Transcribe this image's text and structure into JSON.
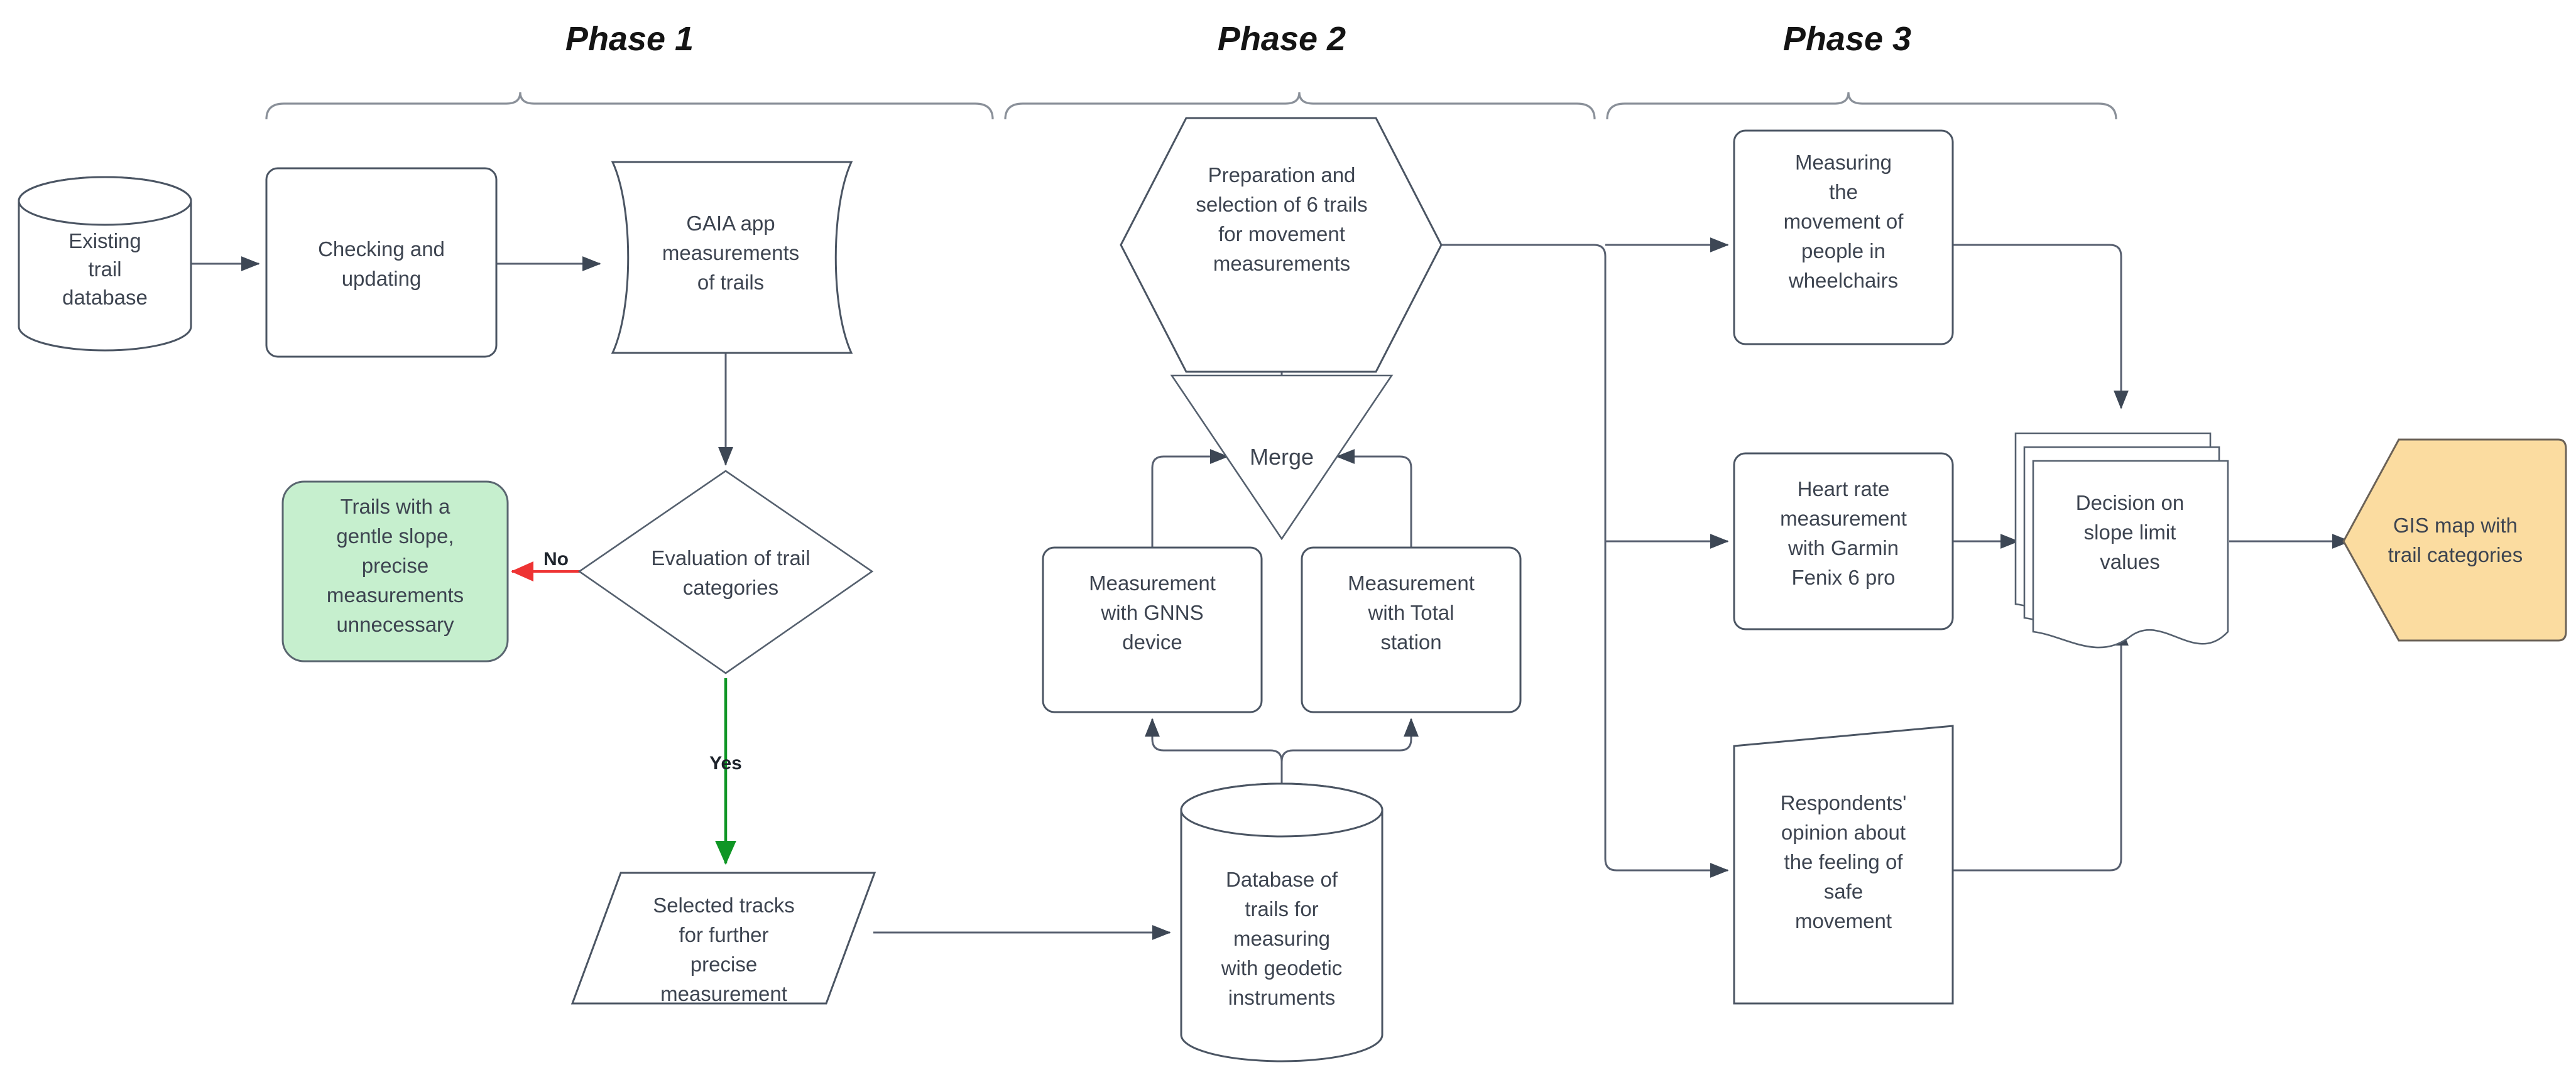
{
  "diagram": {
    "title": "Trail measurement and categorization workflow",
    "background_color": "#ffffff",
    "default_stroke_color": "#586070",
    "default_text_color": "#3d4450"
  },
  "phases": [
    {
      "id": "phase1",
      "label": "Phase 1"
    },
    {
      "id": "phase2",
      "label": "Phase 2"
    },
    {
      "id": "phase3",
      "label": "Phase 3"
    }
  ],
  "nodes": {
    "existing_trail_database": {
      "label_lines": [
        "Existing",
        "trail",
        "database"
      ],
      "shape": "cylinder",
      "fill": "#ffffff"
    },
    "checking_and_updating": {
      "label_lines": [
        "Checking and",
        "updating"
      ],
      "shape": "rounded-rect",
      "fill": "#ffffff"
    },
    "gaia_app_measurements": {
      "label_lines": [
        "GAIA app",
        "measurements",
        "of trails"
      ],
      "shape": "tape",
      "fill": "#ffffff"
    },
    "evaluation_of_trail_categories": {
      "label_lines": [
        "Evaluation of trail",
        "categories"
      ],
      "shape": "diamond",
      "fill": "#ffffff"
    },
    "trails_gentle_slope": {
      "label_lines": [
        "Trails with a",
        "gentle slope,",
        "precise",
        "measurements",
        "unnecessary"
      ],
      "shape": "rounded-rect",
      "fill": "#c6efce"
    },
    "selected_tracks": {
      "label_lines": [
        "Selected tracks",
        "for further",
        "precise",
        "measurement"
      ],
      "shape": "parallelogram",
      "fill": "#ffffff"
    },
    "database_of_trails_geodetic": {
      "label_lines": [
        "Database of",
        "trails for",
        "measuring",
        "with geodetic",
        "instruments"
      ],
      "shape": "cylinder",
      "fill": "#ffffff"
    },
    "measurement_gnns": {
      "label_lines": [
        "Measurement",
        "with GNNS",
        "device"
      ],
      "shape": "rounded-rect",
      "fill": "#ffffff"
    },
    "measurement_total_station": {
      "label_lines": [
        "Measurement",
        "with Total",
        "station"
      ],
      "shape": "rounded-rect",
      "fill": "#ffffff"
    },
    "merge": {
      "label_lines": [
        "Merge"
      ],
      "shape": "triangle-down",
      "fill": "#ffffff"
    },
    "preparation_selection": {
      "label_lines": [
        "Preparation and",
        "selection of 6 trails",
        "for movement",
        "measurements"
      ],
      "shape": "hexagon",
      "fill": "#ffffff"
    },
    "measuring_wheelchairs": {
      "label_lines": [
        "Measuring",
        "the",
        "movement of",
        "people in",
        "wheelchairs"
      ],
      "shape": "rounded-rect",
      "fill": "#ffffff"
    },
    "heart_rate_garmin": {
      "label_lines": [
        "Heart rate",
        "measurement",
        "with Garmin",
        "Fenix 6 pro"
      ],
      "shape": "rounded-rect",
      "fill": "#ffffff"
    },
    "respondents_opinion": {
      "label_lines": [
        "Respondents'",
        "opinion about",
        "the feeling of",
        "safe",
        "movement"
      ],
      "shape": "trapezoid",
      "fill": "#ffffff"
    },
    "decision_slope_limit": {
      "label_lines": [
        "Decision on",
        "slope limit",
        "values"
      ],
      "shape": "multi-document",
      "fill": "#ffffff"
    },
    "gis_map": {
      "label_lines": [
        "GIS map with",
        "trail categories"
      ],
      "shape": "hexagon",
      "fill": "#fbdca0"
    }
  },
  "edge_labels": {
    "no": {
      "text": "No",
      "color": "#ee3333"
    },
    "yes": {
      "text": "Yes",
      "color": "#0f9625"
    }
  },
  "colors": {
    "green_node": "#c6efce",
    "orange_node": "#fbdca0",
    "red_edge": "#ee3333",
    "green_edge": "#0f9625",
    "stroke": "#586070",
    "text": "#3d4450"
  }
}
